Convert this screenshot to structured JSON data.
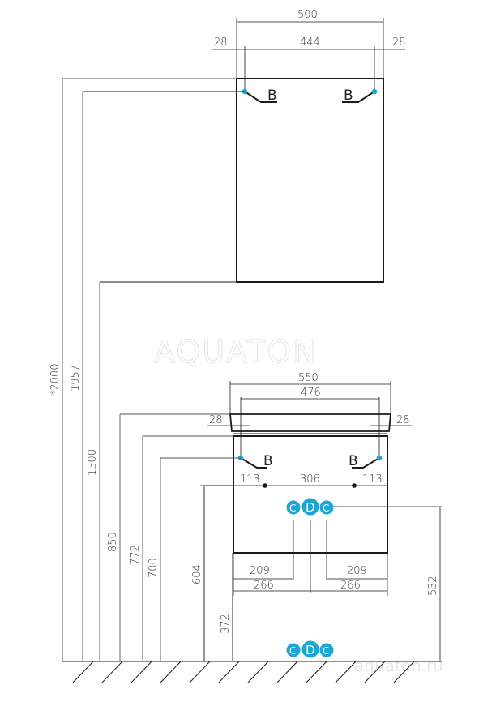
{
  "watermark": {
    "brand": "AQUATON",
    "url": "aquaton.ru"
  },
  "colors": {
    "line": "#1a1a1a",
    "dim_line": "#555555",
    "accent": "#1aa7d6"
  },
  "mirror_cabinet": {
    "overall_width": "500",
    "inner_width": "444",
    "left_offset": "28",
    "right_offset": "28",
    "mount_label_left": "B",
    "mount_label_right": "B"
  },
  "vanity": {
    "overall_width": "550",
    "inner_width": "476",
    "left_offset": "28",
    "right_offset": "28",
    "mount_label_left": "B",
    "mount_label_right": "B",
    "mount_left_offset": "113",
    "mount_spacing": "306",
    "mount_right_offset": "113",
    "supply_left": "209",
    "supply_right": "209",
    "drain_left": "266",
    "drain_right": "266",
    "connection_height": "532"
  },
  "vertical_dims": {
    "total_height": "*2000",
    "cabinet_top": "1957",
    "cabinet_bottom": "1300",
    "vanity_top": "850",
    "vanity_body_top": "772",
    "vanity_mount": "700",
    "mount_rail": "604",
    "vanity_bottom": "372"
  },
  "connections": {
    "cold": "C",
    "drain": "D",
    "hot": "C"
  }
}
